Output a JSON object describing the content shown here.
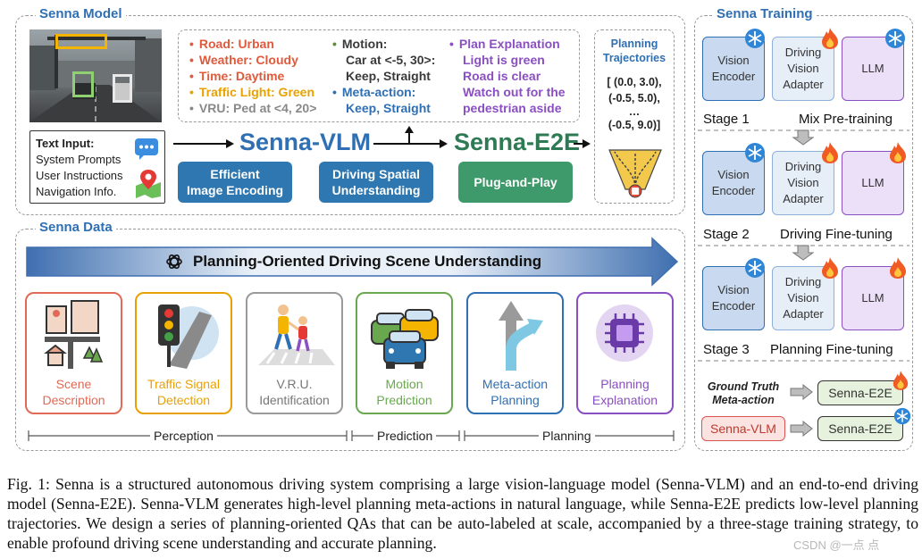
{
  "sections": {
    "model": "Senna Model",
    "data": "Senna Data",
    "training": "Senna Training"
  },
  "attributes": {
    "col1": [
      "Road: Urban",
      "Weather: Cloudy",
      "Time: Daytime",
      "Traffic Light: Green",
      "VRU: Ped at <4, 20>"
    ],
    "col2": [
      {
        "text": "Motion:",
        "lines": [
          "Car at <-5, 30>:",
          "Keep, Straight"
        ]
      },
      {
        "text": "Meta-action:",
        "lines": [
          "Keep, Straight"
        ]
      }
    ],
    "col3_title": "Plan Explanation",
    "col3": [
      "Light is green",
      "Road is clear",
      "Watch out for the",
      "pedestrian aside"
    ]
  },
  "colors": {
    "blue_title": "#2f6fb3",
    "road": "#e05a3c",
    "weather": "#e05a3c",
    "time": "#e05a3c",
    "traffic": "#e8a100",
    "vru": "#888888",
    "motion": "#5a8f2e",
    "meta": "#2f6fb3",
    "plan": "#8a4fc1",
    "chip_blue": "#2f77b0",
    "chip_green": "#3e9a6a",
    "vlm_text": "#2f6fb3",
    "e2e_text": "#2e7a55"
  },
  "text_input": {
    "title": "Text Input:",
    "lines": [
      "System Prompts",
      "User Instructions",
      "Navigation Info."
    ]
  },
  "models": {
    "vlm": "Senna-VLM",
    "e2e": "Senna-E2E"
  },
  "chips": {
    "efficient": [
      "Efficient",
      "Image Encoding"
    ],
    "spatial": [
      "Driving Spatial",
      "Understanding"
    ],
    "plug": "Plug-and-Play"
  },
  "trajectories": {
    "title": [
      "Planning",
      "Trajectories"
    ],
    "lines": [
      "[ (0.0, 3.0),",
      "(-0.5, 5.0),",
      "…",
      "(-0.5, 9.0)]"
    ]
  },
  "banner": "Planning-Oriented Driving Scene Understanding",
  "cards": [
    {
      "label": [
        "Scene",
        "Description"
      ],
      "color": "#e06a55"
    },
    {
      "label": [
        "Traffic Signal",
        "Detection"
      ],
      "color": "#e8a100"
    },
    {
      "label": [
        "V.R.U.",
        "Identification"
      ],
      "color": "#9a9a9a"
    },
    {
      "label": [
        "Motion",
        "Prediction"
      ],
      "color": "#6aa84f"
    },
    {
      "label": [
        "Meta-action",
        "Planning"
      ],
      "color": "#2f6fb3"
    },
    {
      "label": [
        "Planning",
        "Explanation"
      ],
      "color": "#8a4fc1"
    }
  ],
  "brackets": {
    "perception": "Perception",
    "prediction": "Prediction",
    "planning": "Planning"
  },
  "training": {
    "boxes": {
      "vision": [
        "Vision",
        "Encoder"
      ],
      "adapter": [
        "Driving",
        "Vision",
        "Adapter"
      ],
      "llm": "LLM"
    },
    "stages": [
      {
        "stage": "Stage 1",
        "name": "Mix Pre-training"
      },
      {
        "stage": "Stage 2",
        "name": "Driving Fine-tuning"
      },
      {
        "stage": "Stage 3",
        "name": "Planning Fine-tuning"
      }
    ],
    "gt": [
      "Ground Truth",
      "Meta-action"
    ],
    "e2e_box": "Senna-E2E",
    "vlm_box": "Senna-VLM"
  },
  "caption": "Fig. 1: Senna is a structured autonomous driving system comprising a large vision-language model (Senna-VLM) and an end-to-end driving model (Senna-E2E). Senna-VLM generates high-level planning meta-actions in natural language, while Senna-E2E predicts low-level planning trajectories. We design a series of planning-oriented QAs that can be auto-labeled at scale, accompanied by a three-stage training strategy, to enable profound driving scene understanding and accurate planning.",
  "watermark": "CSDN @一点 点"
}
